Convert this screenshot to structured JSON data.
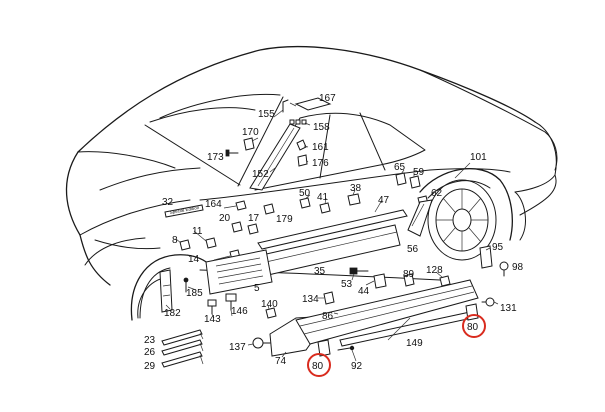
{
  "diagram": {
    "labels": {
      "l167": "167",
      "l155": "155",
      "l158": "158",
      "l170": "170",
      "l161": "161",
      "l173": "173",
      "l176": "176",
      "l152": "152",
      "l101": "101",
      "l65": "65",
      "l59": "59",
      "l32": "32",
      "l164": "164",
      "l50": "50",
      "l38": "38",
      "l20": "20",
      "l17": "17",
      "l179": "179",
      "l41": "41",
      "l47": "47",
      "l62": "62",
      "l11": "11",
      "l8": "8",
      "l14": "14",
      "l5": "5",
      "l35": "35",
      "l56": "56",
      "l95": "95",
      "l98": "98",
      "l128": "128",
      "l89": "89",
      "l53": "53",
      "l44": "44",
      "l185": "185",
      "l140": "140",
      "l134": "134",
      "l86": "86",
      "l143": "143",
      "l146": "146",
      "l182": "182",
      "l131": "131",
      "l80a": "80",
      "l80b": "80",
      "l23": "23",
      "l26": "26",
      "l29": "29",
      "l137": "137",
      "l74": "74",
      "l92": "92",
      "l149": "149"
    },
    "plate_text": "Special Edition",
    "highlight_color": "#d92b1e"
  }
}
